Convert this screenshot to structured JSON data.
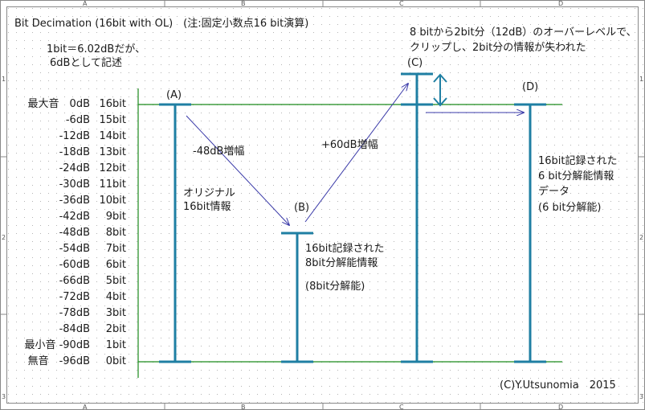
{
  "title": "Bit Decimation (16bit with OL)　(注:固定小数点16 bit演算)",
  "note_line1": "1bit＝6.02dBだが、",
  "note_line2": "6dBとして記述",
  "frame": {
    "cols": [
      "A",
      "B",
      "C",
      "D"
    ],
    "rows": [
      "1",
      "2",
      "3"
    ]
  },
  "axis_rows": [
    {
      "level": "最大音　0dB",
      "bits": "16bit"
    },
    {
      "level": "-6dB",
      "bits": "15bit"
    },
    {
      "level": "-12dB",
      "bits": "14bit"
    },
    {
      "level": "-18dB",
      "bits": "13bit"
    },
    {
      "level": "-24dB",
      "bits": "12bit"
    },
    {
      "level": "-30dB",
      "bits": "11bit"
    },
    {
      "level": "-36dB",
      "bits": "10bit"
    },
    {
      "level": "-42dB",
      "bits": "9bit"
    },
    {
      "level": "-48dB",
      "bits": "8bit"
    },
    {
      "level": "-54dB",
      "bits": "7bit"
    },
    {
      "level": "-60dB",
      "bits": "6bit"
    },
    {
      "level": "-66dB",
      "bits": "5bit"
    },
    {
      "level": "-72dB",
      "bits": "4bit"
    },
    {
      "level": "-78dB",
      "bits": "3bit"
    },
    {
      "level": "-84dB",
      "bits": "2bit"
    },
    {
      "level": "最小音 -90dB",
      "bits": "1bit"
    },
    {
      "level": "無音　-96dB",
      "bits": "0bit"
    }
  ],
  "labels": {
    "a": "(A)",
    "b": "(B)",
    "c": "(C)",
    "d": "(D)",
    "gain_down": "-48dB増幅",
    "gain_up": "+60dB増幅",
    "a_desc1": "オリジナル",
    "a_desc2": "16bit情報",
    "b_desc1": "16bit記録された",
    "b_desc2": "8bit分解能情報",
    "b_desc3": "(8bit分解能)",
    "c_desc1": "8 bitから2bit分（12dB）のオーバーレベルで、",
    "c_desc2": "クリップし、2bit分の情報が失われた",
    "d_desc1": "16bit記録された",
    "d_desc2": "6 bit分解能情報",
    "d_desc3": "データ",
    "d_desc4": "(6 bit分解能)",
    "copyright": "(C)Y.Utsunomia　2015"
  },
  "colors": {
    "green": "#1a8a1a",
    "bar": "#1f7fa3",
    "arrow": "#3a3aa8",
    "dot": "#b4b4b4"
  }
}
